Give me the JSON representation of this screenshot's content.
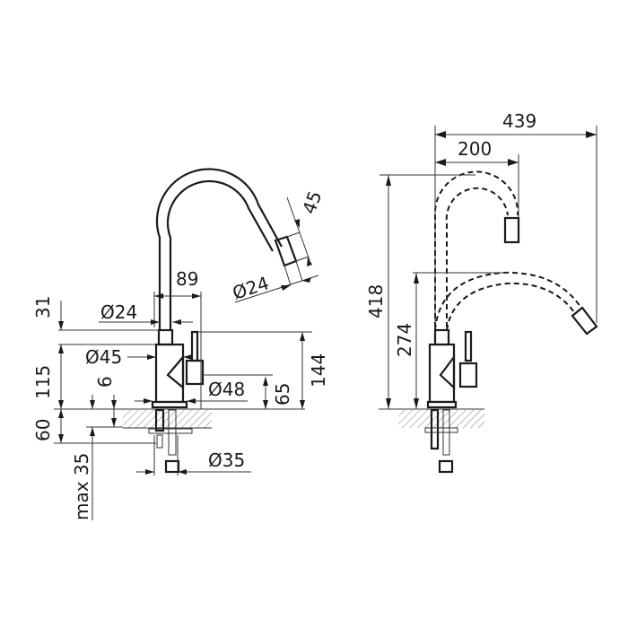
{
  "drawing": {
    "title": "Kitchen faucet technical drawing",
    "units": "mm",
    "front_view": {
      "dimensions": {
        "spout_outlet_length": "45",
        "spout_outlet_diameter": "Ø24",
        "spout_reach_to_body": "89",
        "spout_pipe_diameter": "Ø24",
        "neck_height": "31",
        "body_diameter": "Ø45",
        "body_height": "115",
        "lever_height": "144",
        "handle_height": "65",
        "base_diameter": "Ø48",
        "base_ring": "6",
        "countertop_thickness": "60",
        "max_countertop": "max 35",
        "mount_hole_diameter": "Ø35"
      }
    },
    "side_view": {
      "dimensions": {
        "total_reach": "439",
        "upper_reach": "200",
        "max_height": "418",
        "min_height": "274"
      }
    }
  }
}
